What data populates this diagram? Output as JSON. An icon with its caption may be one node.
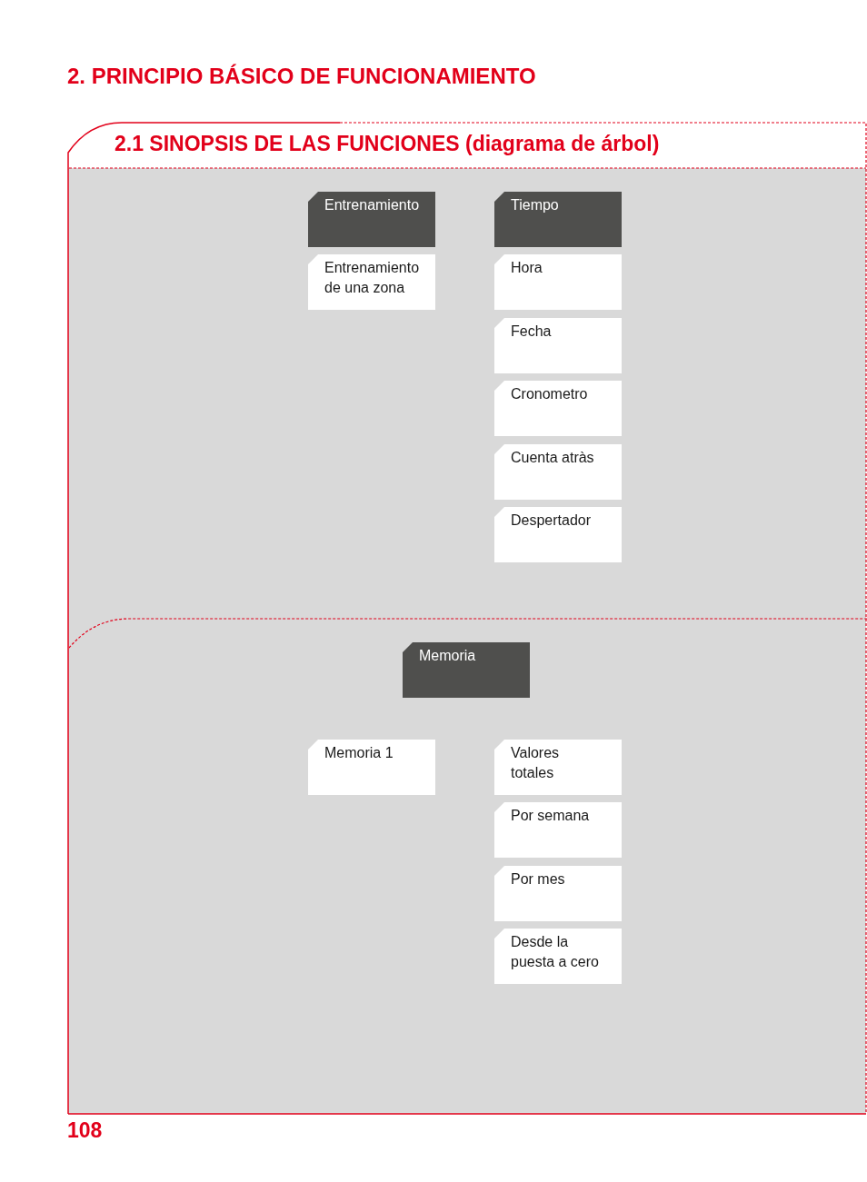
{
  "diagram": {
    "title": "2. PRINCIPIO BÁSICO DE FUNCIONAMIENTO",
    "nodes": [
      {
        "text": [
          "2.1 SINOPSIS DE LAS FUNCIONES (diagrama de árbol)"
        ]
      },
      {
        "text": [
          "Entrenamiento"
        ],
        "in": 0
      },
      {
        "text": [
          "Entrenamiento de una zona"
        ],
        "in": 0
      },
      {
        "text": [
          "Tiempo"
        ],
        "in": 0
      },
      {
        "text": [
          "Hora"
        ],
        "in": 0
      },
      {
        "text": [
          "Fecha"
        ],
        "in": 0
      },
      {
        "text": [
          "Cronometro"
        ],
        "in": 0
      },
      {
        "text": [
          "Cuenta atràs"
        ],
        "in": 0
      },
      {
        "text": [
          "Despertador"
        ],
        "in": 0
      },
      {
        "text": [
          "Memoria"
        ],
        "in": 0
      },
      {
        "text": [
          "Memoria 1"
        ],
        "in": 0
      },
      {
        "text": [
          "Valores totales"
        ],
        "in": 0
      },
      {
        "text": [
          "Por semana"
        ],
        "in": 0
      },
      {
        "text": [
          "Por mes"
        ],
        "in": 0
      },
      {
        "text": [
          "Desde la puesta a cero"
        ],
        "in": 0
      }
    ],
    "labels": [
      "108"
    ]
  }
}
